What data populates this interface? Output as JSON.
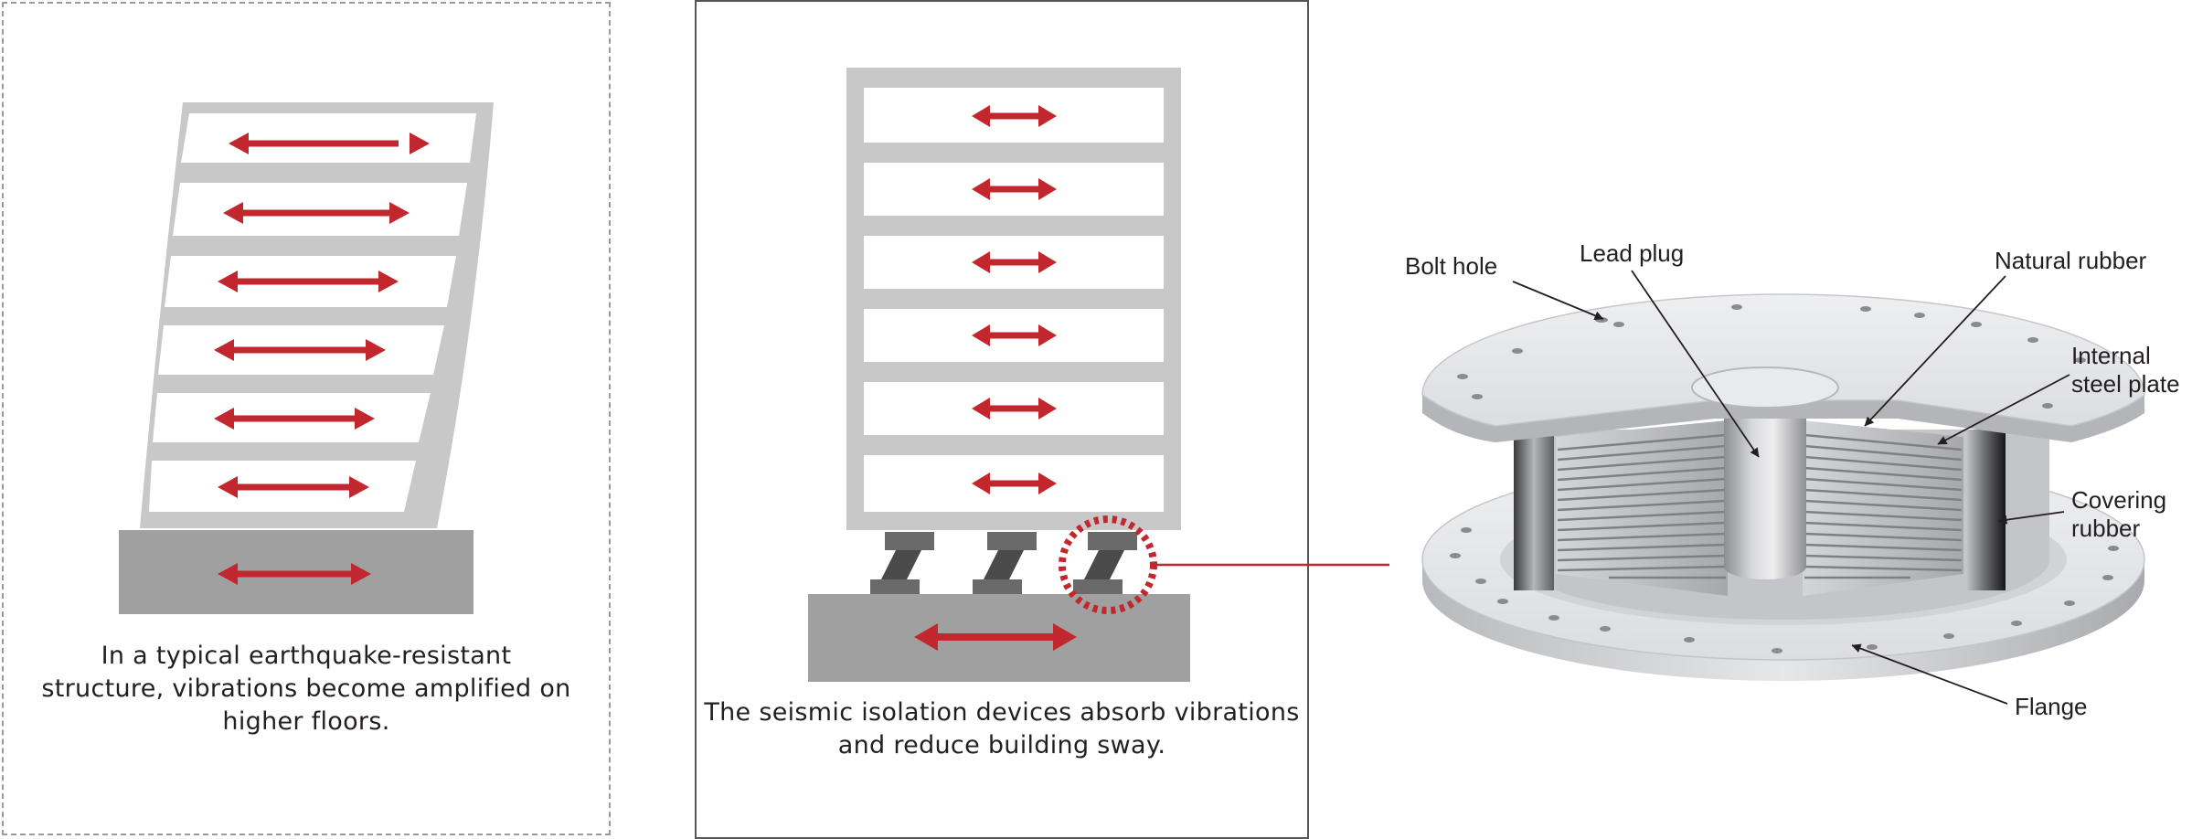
{
  "captions": {
    "typical": "In a typical earthquake-resistant structure, vibrations become amplified on higher floors.",
    "isolated": "The seismic isolation devices absorb vibrations and reduce building sway."
  },
  "labels": {
    "bolt_hole": "Bolt hole",
    "lead_plug": "Lead plug",
    "natural_rubber": "Natural rubber",
    "internal_steel_plate": "Internal steel plate",
    "covering_rubber": "Covering rubber",
    "flange": "Flange"
  },
  "colors": {
    "arrow": "#c1272d",
    "frame": "#c8c8c8",
    "ground": "#a0a0a0",
    "device": "#5a5a5a",
    "highlight": "#c1272d"
  }
}
